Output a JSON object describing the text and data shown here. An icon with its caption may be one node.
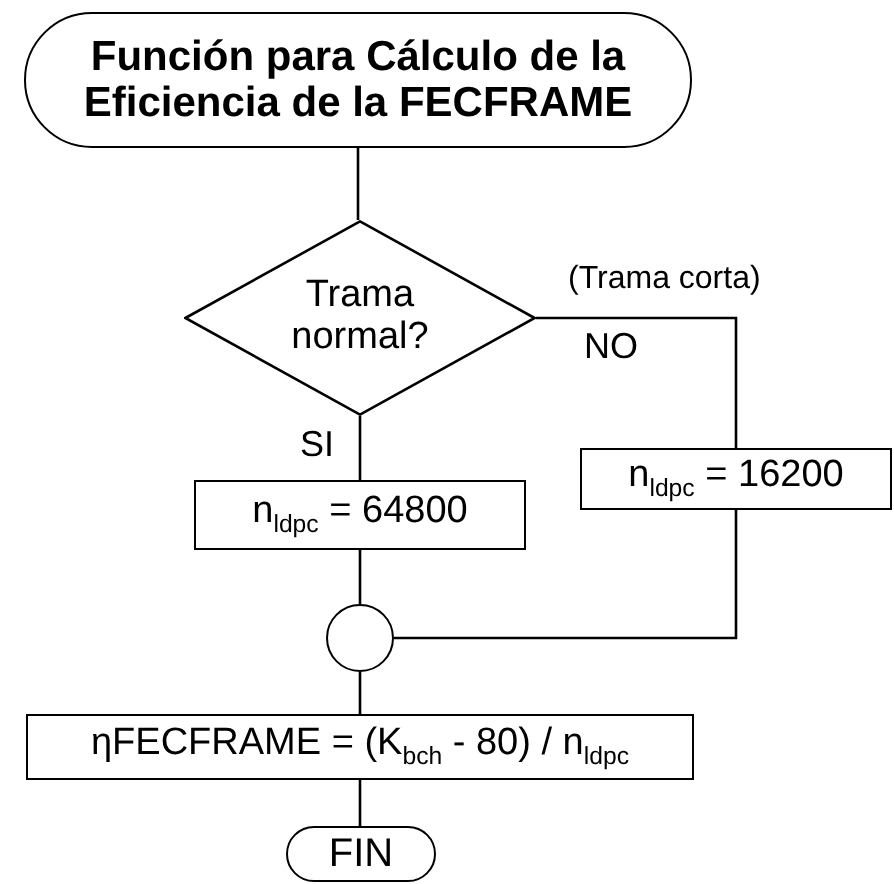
{
  "diagram": {
    "nodes": [
      {
        "text": [
          "Función para Cálculo de la Eficiencia de la FECFRAME"
        ]
      },
      {
        "text": [
          "Trama normal?"
        ]
      },
      {
        "text": [
          "n$_{ldpc}$ = 64800"
        ]
      },
      {
        "text": [
          "n$_{ldpc}$ = 16200"
        ]
      },
      {
        "text": [],
        "shape": "circle"
      },
      {
        "text": [
          "ηFECFRAME = (K$_{bch}$ - 80) / n$_{ldpc}$"
        ]
      },
      {
        "text": [
          "FIN"
        ]
      }
    ],
    "edges": [
      {
        "from": 0,
        "to": 1,
        "arrow": "none"
      },
      {
        "from": 1,
        "to": 2,
        "label": "SI",
        "arrow": "none"
      },
      {
        "from": 1,
        "to": 3,
        "label": "NO",
        "arrow": "none"
      },
      {
        "from": 2,
        "to": 4,
        "arrow": "none"
      },
      {
        "from": 3,
        "to": 4,
        "arrow": "none"
      },
      {
        "from": 4,
        "to": 5,
        "arrow": "none"
      },
      {
        "from": 5,
        "to": 6,
        "arrow": "none"
      }
    ],
    "labels": [
      "(Trama corta)"
    ]
  }
}
